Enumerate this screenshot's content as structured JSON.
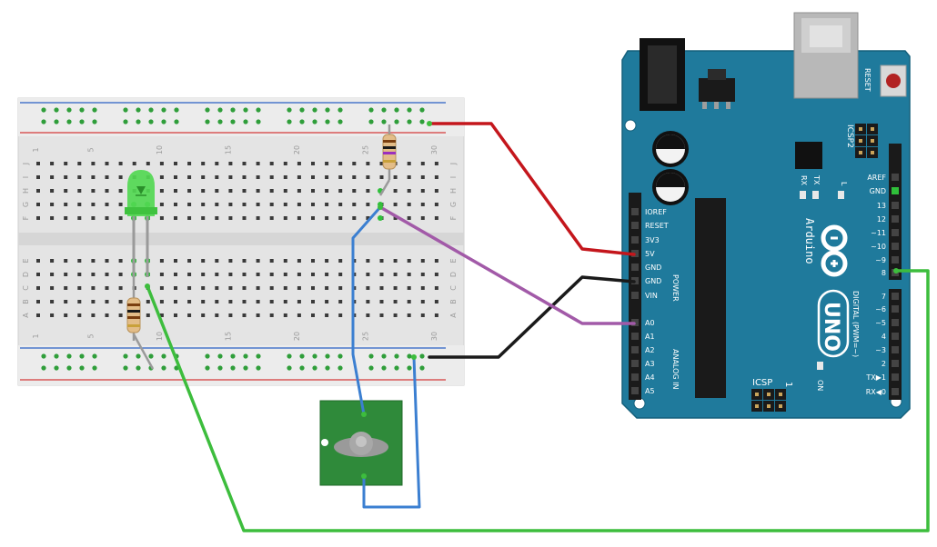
{
  "breadboard": {
    "column_numbers": [
      "1",
      "5",
      "10",
      "15",
      "20",
      "25",
      "30"
    ],
    "row_letters_top": [
      "J",
      "I",
      "H",
      "G",
      "F"
    ],
    "row_letters_bottom": [
      "E",
      "D",
      "C",
      "B",
      "A"
    ]
  },
  "arduino": {
    "brand": "Arduino",
    "model": "UNO",
    "reset_label": "RESET",
    "icsp2_label": "ICSP2",
    "icsp_label": "ICSP",
    "icsp_num": "1",
    "on_label": "ON",
    "tx_label": "TX",
    "rx_label": "RX",
    "l_label": "L",
    "power_section_label": "POWER",
    "analog_section_label": "ANALOG IN",
    "digital_section_label": "DIGITAL (PWM=~)",
    "power_pins": [
      "IOREF",
      "RESET",
      "3V3",
      "5V",
      "GND",
      "GND",
      "VIN"
    ],
    "analog_pins": [
      "A0",
      "A1",
      "A2",
      "A3",
      "A4",
      "A5"
    ],
    "digital_pins_top": [
      "AREF",
      "GND",
      "13",
      "12",
      "~11",
      "~10",
      "~9",
      "8"
    ],
    "digital_pins_bottom": [
      "7",
      "~6",
      "~5",
      "4",
      "~3",
      "2",
      "TX▶1",
      "RX◀0"
    ]
  },
  "colors": {
    "board_blue": "#1f7a9c",
    "breadboard": "#e8e8e8",
    "wire_red": "#c4161c",
    "wire_black": "#1a1a1a",
    "wire_purple": "#a25aa8",
    "wire_blue": "#3b7fd1",
    "wire_green": "#3dbd3d",
    "led_green": "#42d142",
    "pot_board": "#2f8a3a"
  }
}
